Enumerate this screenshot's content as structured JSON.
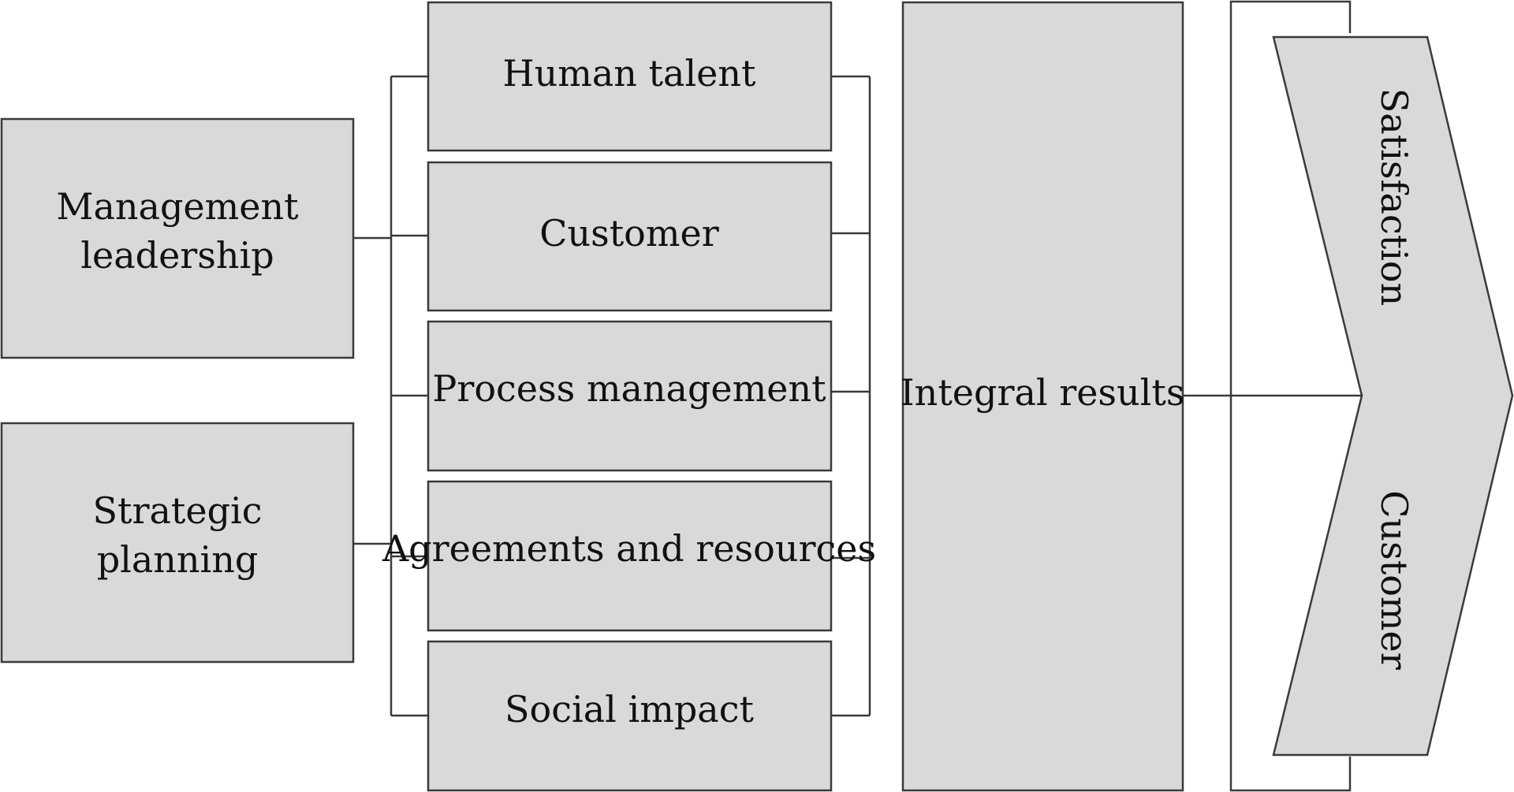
{
  "enablers": [
    {
      "lines": [
        "Management",
        "leadership"
      ]
    },
    {
      "lines": [
        "Strategic",
        "planning"
      ]
    }
  ],
  "criteria": [
    {
      "label": "Human talent"
    },
    {
      "label": "Customer"
    },
    {
      "label": "Process management"
    },
    {
      "label": "Agreements and resources"
    },
    {
      "label": "Social impact"
    }
  ],
  "results": {
    "label": "Integral results"
  },
  "arrow": {
    "top_label": "Satisfaction",
    "bottom_label": "Customer"
  }
}
